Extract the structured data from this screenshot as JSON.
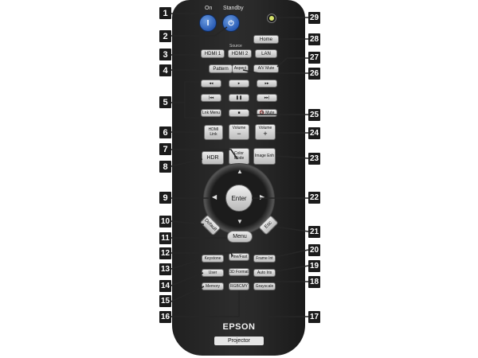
{
  "top_labels": {
    "on": "On",
    "standby": "Standby",
    "source": "Source"
  },
  "buttons": {
    "on": "I",
    "standby": "⏻",
    "home": "Home",
    "hdmi1": "HDMI 1",
    "hdmi2": "HDMI 2",
    "lan": "LAN",
    "pattern": "Pattern",
    "aspect": "Aspect",
    "av_mute": "A/V Mute",
    "rew": "◂◂",
    "play": "▸",
    "ff": "▸▸",
    "prev": "|◂◂",
    "pause": "❚❚",
    "next": "▸▸|",
    "link_menu": "Lnk Menu",
    "stop": "■",
    "mute": "🔇 Mute",
    "hdmi_link": "HDMI Link",
    "vol_down_label": "Volume",
    "vol_down": "−",
    "vol_up_label": "Volume",
    "vol_up": "+",
    "hdr": "HDR",
    "color_mode": "Color Mode",
    "image_enh": "Image Enh",
    "enter": "Enter",
    "default": "Default",
    "menu": "Menu",
    "esc": "Esc",
    "fine_fast": "Fine/Fast",
    "keystone": "Keystone",
    "frame_int": "Frame Int",
    "user": "User",
    "3d_format": "3D Format",
    "auto_iris": "Auto Iris",
    "memory": "Memory",
    "rgbcmy": "RGBCMY",
    "grayscale": "Grayscale"
  },
  "brand": "EPSON",
  "model": "Projector",
  "callouts": [
    "1",
    "2",
    "3",
    "4",
    "5",
    "6",
    "7",
    "8",
    "9",
    "10",
    "11",
    "12",
    "13",
    "14",
    "15",
    "16",
    "17",
    "18",
    "19",
    "20",
    "21",
    "22",
    "23",
    "24",
    "25",
    "26",
    "27",
    "28",
    "29"
  ],
  "colors": {
    "body": "#262626",
    "power": "#2a5cb5",
    "callout_box": "#1b1b1b",
    "callout_line": "#262626"
  }
}
